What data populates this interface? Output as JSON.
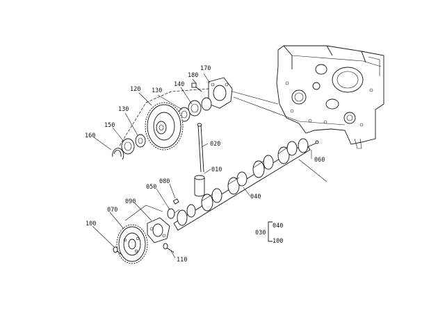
{
  "part_labels": {
    "p010": "010",
    "p020": "020",
    "p030": "030",
    "p040": "040",
    "p040b": "040",
    "p050": "050",
    "p060": "060",
    "p070": "070",
    "p080": "080",
    "p090": "090",
    "p100": "100",
    "p100b": "100",
    "p110": "110",
    "p120": "120",
    "p130": "130",
    "p130b": "130",
    "p140": "140",
    "p150": "150",
    "p160": "160",
    "p170": "170",
    "p180": "180"
  }
}
